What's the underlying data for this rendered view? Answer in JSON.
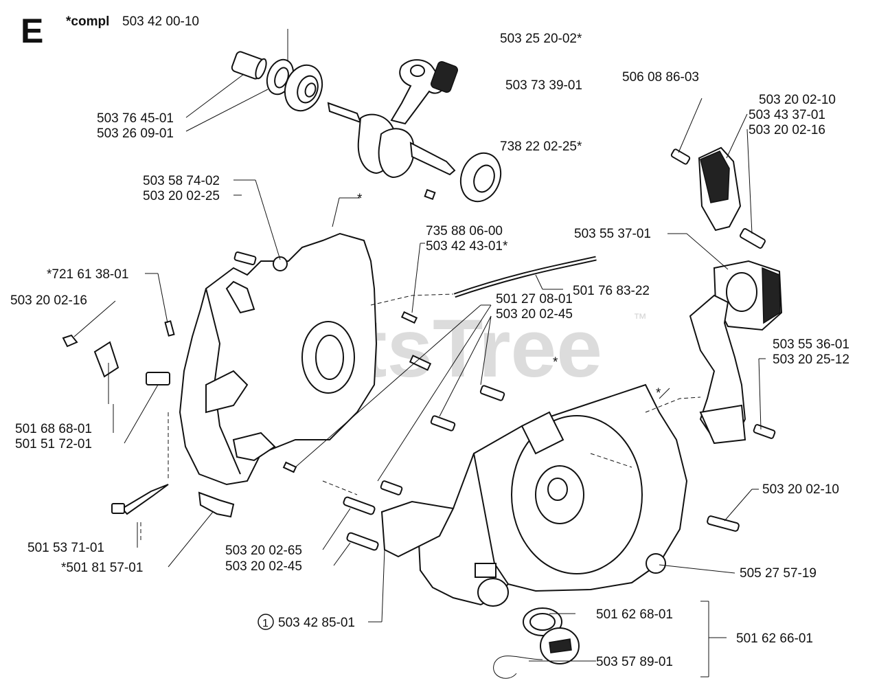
{
  "diagram": {
    "section_letter": "E",
    "compl_prefix": "*compl",
    "compl_number": "503 42 00-10",
    "watermark": "PartsTree",
    "trademark": "™",
    "ref_marker": "1",
    "asterisks": [
      "*",
      "*",
      "*"
    ],
    "part_numbers": {
      "p503252002": "503 25 20-02*",
      "p503733901": "503 73 39-01",
      "p506088603": "506 08 86-03",
      "p503764501": "503 76 45-01",
      "p503260901": "503 26 09-01",
      "p7382202": "738 22 02-25*",
      "p503200210a": "503 20 02-10",
      "p503433701": "503 43 37-01",
      "p503200216a": "503 20 02-16",
      "p503587402": "503 58 74-02",
      "p503200225": "503 20 02-25",
      "p735880600": "735 88 06-00",
      "p503424301": "503 42 43-01*",
      "p503553701": "503 55 37-01",
      "p721613801": "*721 61 38-01",
      "p501768322": "501 76 83-22",
      "p503200216b": "503 20 02-16",
      "p501270801": "501 27 08-01",
      "p503200245a": "503 20 02-45",
      "p503553601": "503 55 36-01",
      "p503202512": "503 20 25-12",
      "p501686801": "501 68 68-01",
      "p501517201": "501 51 72-01",
      "p503200210b": "503 20 02-10",
      "p501537101": "501 53 71-01",
      "p501815701": "*501 81 57-01",
      "p503200265": "503 20 02-65",
      "p503200245b": "503 20 02-45",
      "p505275719": "505 27 57-19",
      "p503428501": "503 42 85-01",
      "p501626801": "501 62 68-01",
      "p501626601": "501 62 66-01",
      "p503578901": "503 57 89-01"
    }
  }
}
